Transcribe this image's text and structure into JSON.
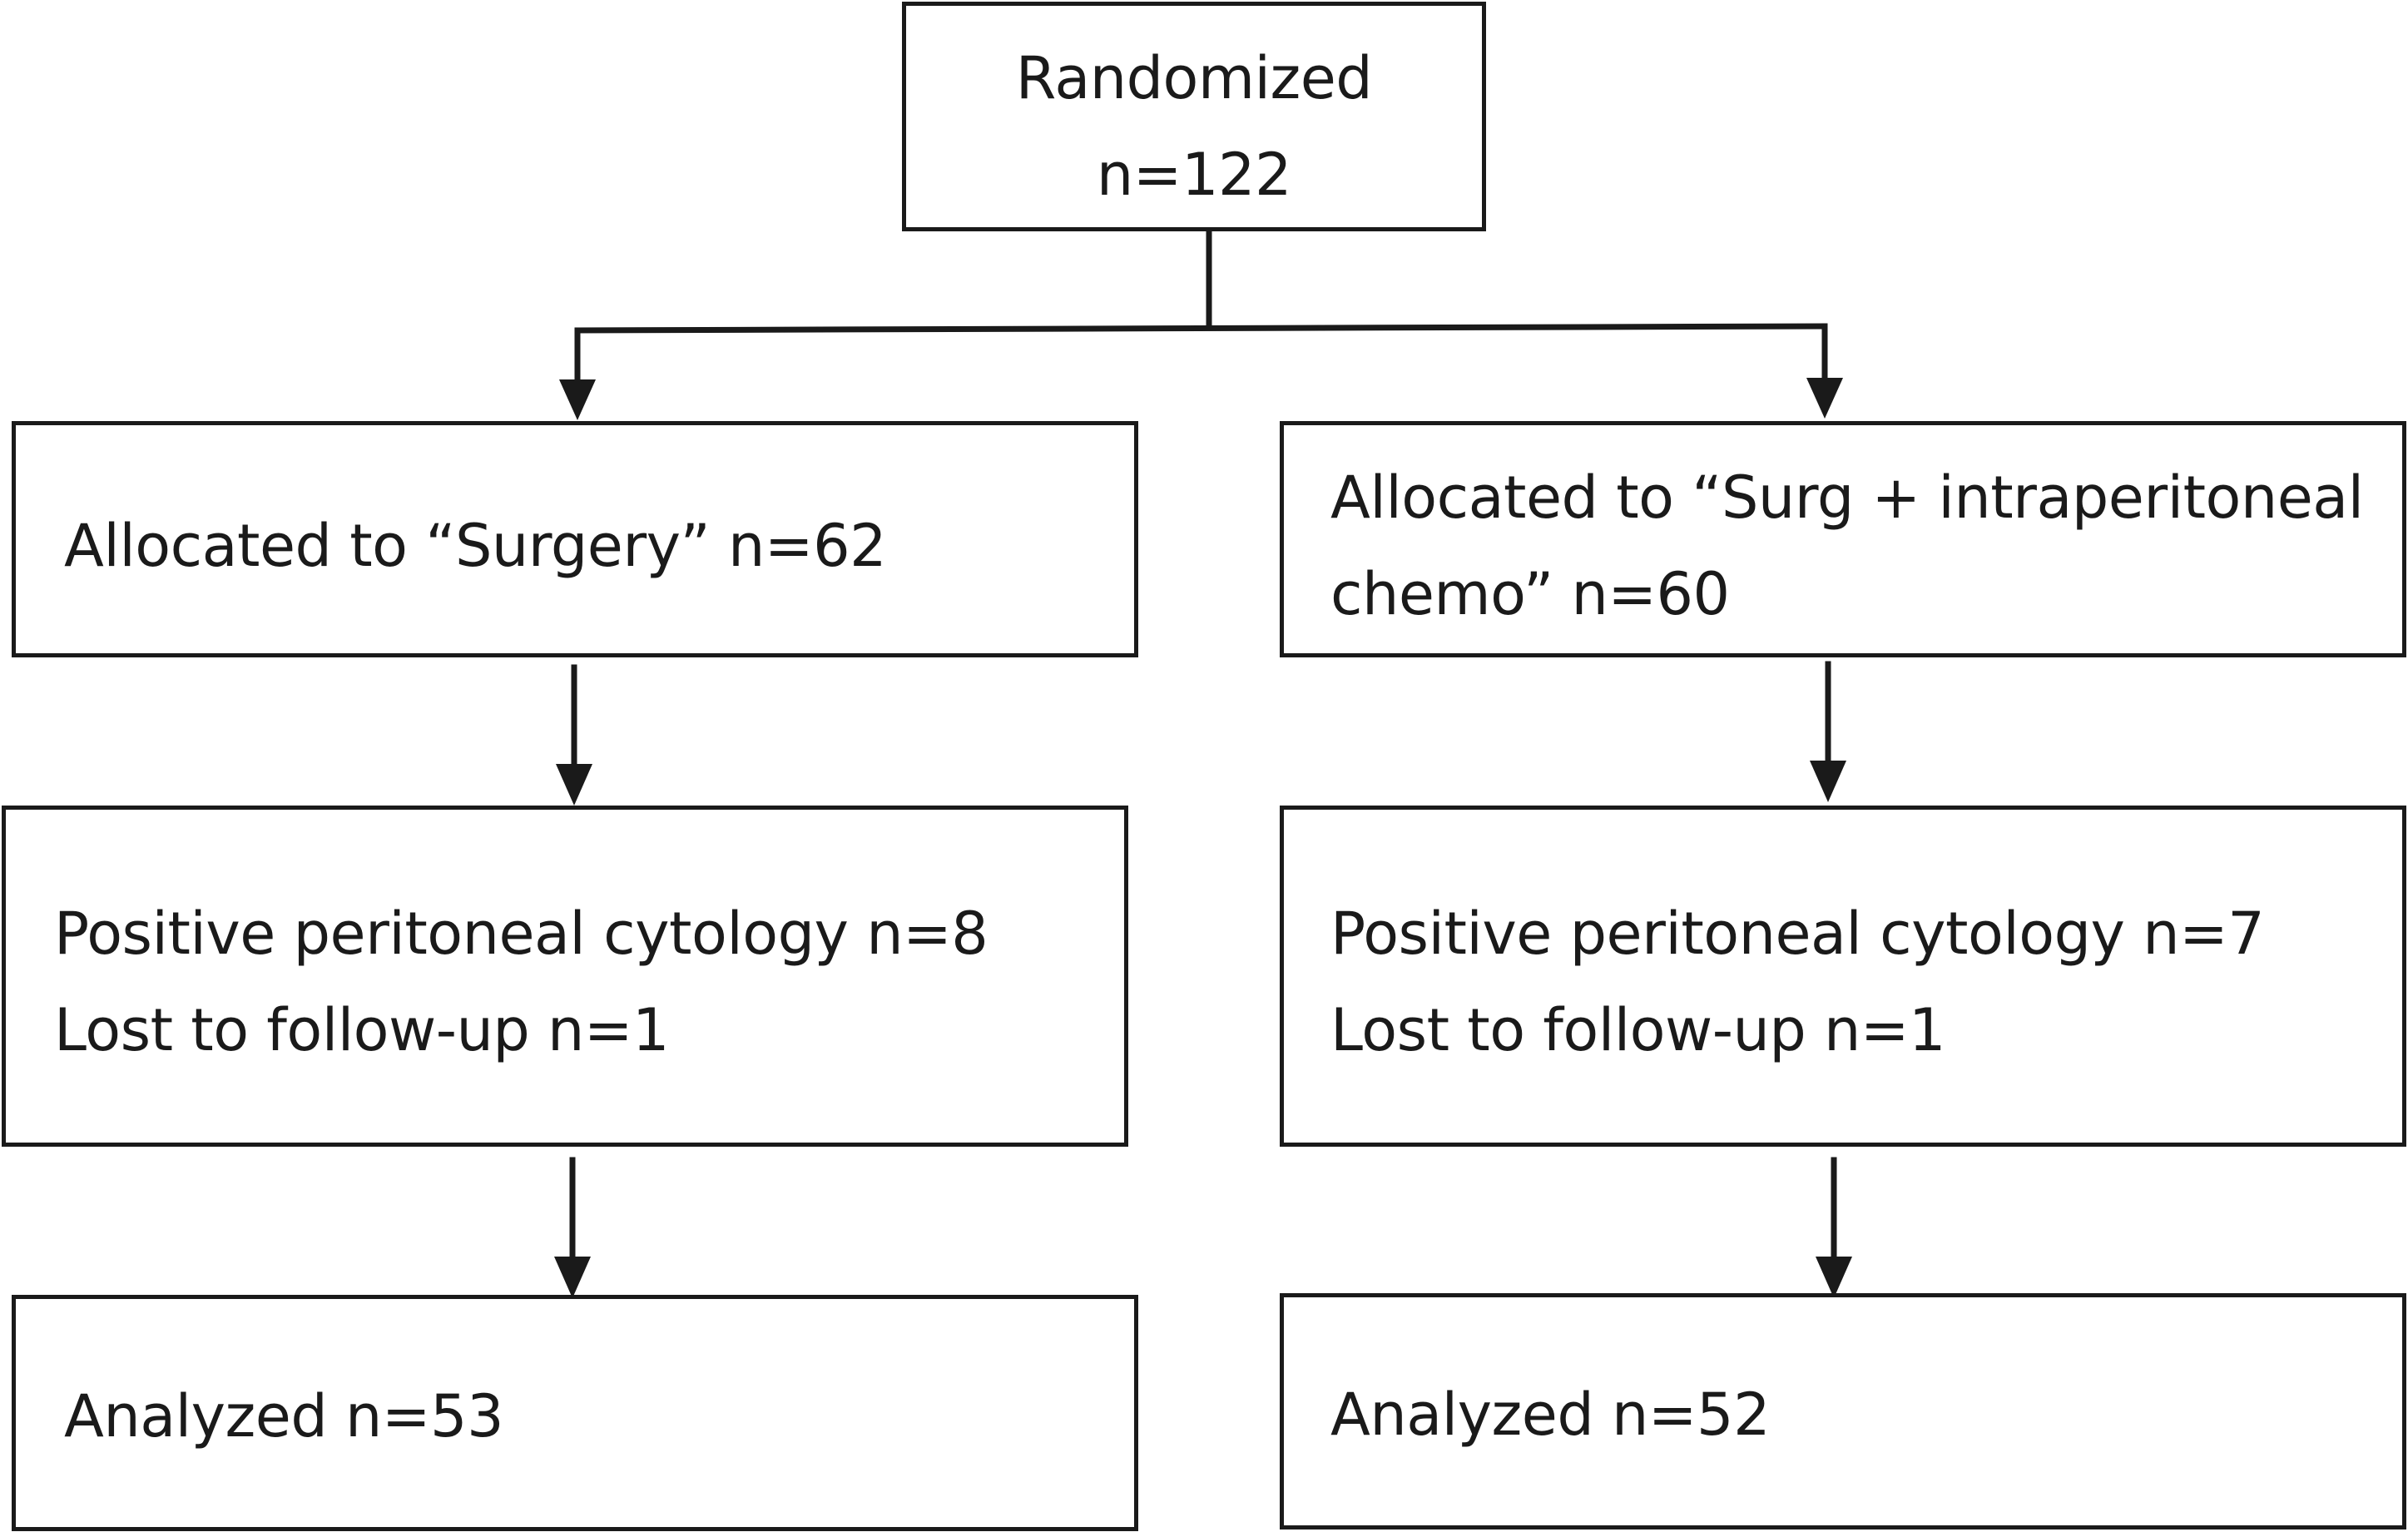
{
  "randomized": {
    "title": "Randomized",
    "count": "n=122"
  },
  "surgery_arm": {
    "allocated": "Allocated to “Surgery” n=62",
    "excluded_line1": "Positive peritoneal cytology n=8",
    "excluded_line2": "Lost to follow-up n=1",
    "analyzed": "Analyzed n=53"
  },
  "chemo_arm": {
    "allocated_line1": "Allocated to “Surg + intraperitoneal",
    "allocated_line2": "chemo” n=60",
    "excluded_line1": "Positive peritoneal cytology n=7",
    "excluded_line2": "Lost to follow-up n=1",
    "analyzed": "Analyzed n=52"
  },
  "colors": {
    "stroke": "#1a1a1a",
    "background": "#ffffff"
  }
}
